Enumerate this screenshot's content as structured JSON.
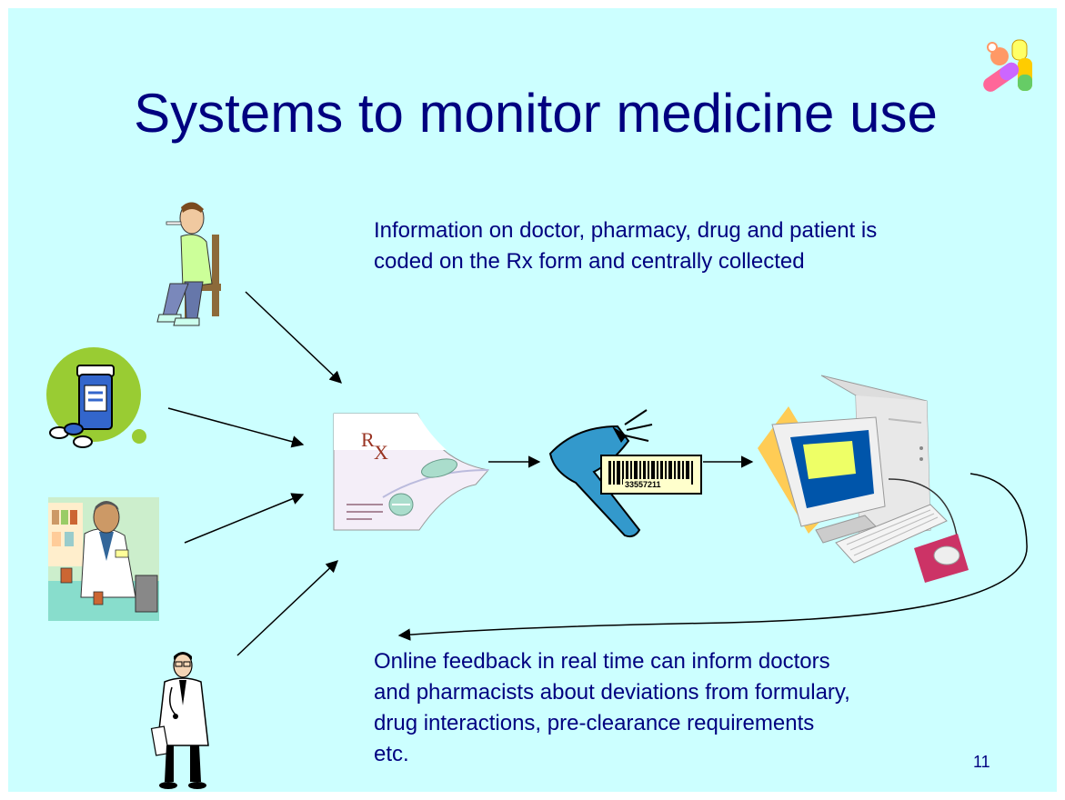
{
  "slide": {
    "title": "Systems to monitor medicine use",
    "top_text": [
      "Information on doctor, pharmacy, drug and patient is",
      "coded on the Rx form and centrally collected"
    ],
    "bottom_text": [
      "Online feedback in real time can inform doctors",
      "and pharmacists about deviations from formulary,",
      "drug interactions, pre-clearance requirements",
      "etc."
    ],
    "page_number": "11",
    "rx_symbol": {
      "r": "R",
      "x": "X"
    },
    "barcode_number": "33557211"
  },
  "icons": [
    "pills-logo-icon",
    "patient-icon",
    "medicine-bottle-icon",
    "pharmacist-icon",
    "doctor-icon",
    "prescription-form-icon",
    "barcode-scanner-icon",
    "computer-icon"
  ],
  "colors": {
    "background": "#ccffff",
    "text": "#000080",
    "arrow": "#000000"
  }
}
